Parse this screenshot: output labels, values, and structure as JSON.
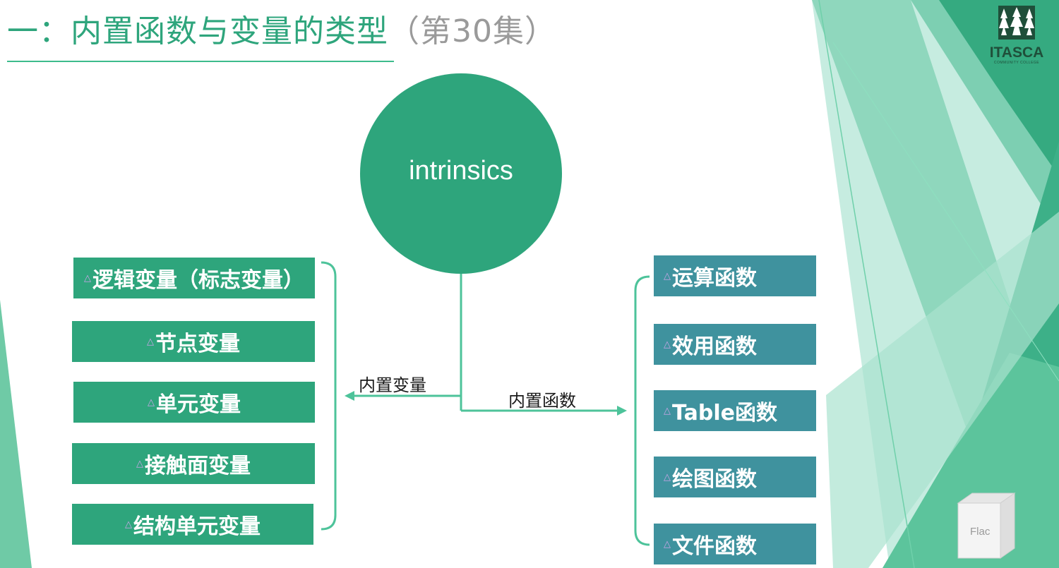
{
  "title": {
    "main": "一：内置函数与变量的类型",
    "episode": "（第30集）"
  },
  "logo": {
    "name": "ITASCA",
    "subtitle": "COMMUNITY COLLEGE"
  },
  "center_node": {
    "label": "intrinsics"
  },
  "branches": {
    "left": {
      "label": "内置变量",
      "items": [
        "逻辑变量（标志变量）",
        "节点变量",
        "单元变量",
        "接触面变量",
        "结构单元变量"
      ]
    },
    "right": {
      "label": "内置函数",
      "items": [
        "运算函数",
        "效用函数",
        "Table函数",
        "绘图函数",
        "文件函数"
      ]
    }
  },
  "corner_badge": {
    "label": "Flac"
  },
  "colors": {
    "green": "#2ea57c",
    "teal": "#3f929e",
    "line": "#4dc39a",
    "title_gray": "#9a9a9a"
  },
  "icons": {
    "bullet": "triangle-bullet-icon",
    "logo": "pine-trees-logo-icon",
    "badge": "cube-icon"
  }
}
